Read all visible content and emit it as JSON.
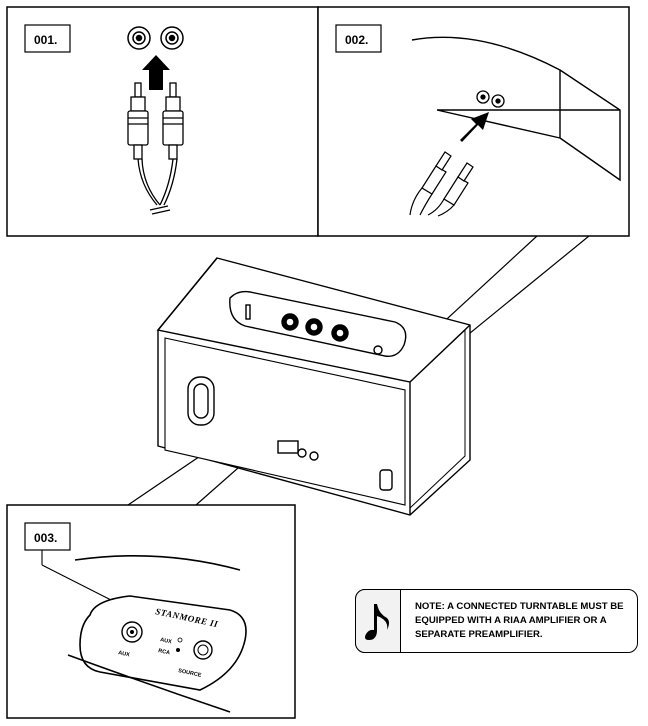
{
  "steps": [
    {
      "label": "001."
    },
    {
      "label": "002."
    },
    {
      "label": "003."
    }
  ],
  "device": {
    "brand": "STANMORE II",
    "aux_port_label": "AUX",
    "source_aux_label": "AUX",
    "source_rca_label": "RCA",
    "source_button_label": "SOURCE"
  },
  "note": {
    "icon": "music-note-icon",
    "text": "NOTE: A CONNECTED TURNTABLE MUST BE EQUIPPED WITH A RIAA AMPLIFIER OR A SEPARATE PREAMPLIFIER."
  }
}
